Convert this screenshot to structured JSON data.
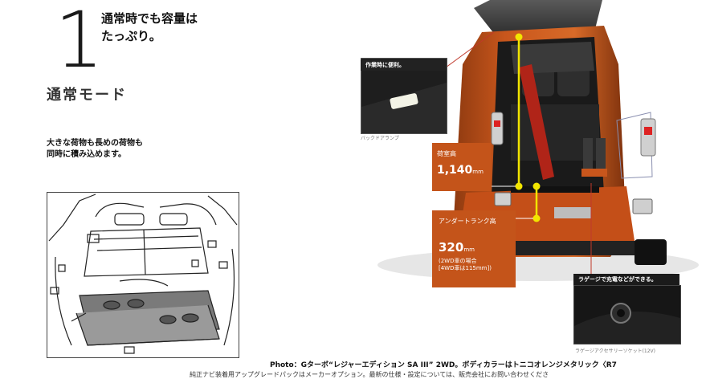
{
  "section": {
    "number": "1",
    "headline_line1": "通常時でも容量は",
    "headline_line2": "たっぷり。",
    "mode_title": "通常モード",
    "desc_line1": "大きな荷物も長めの荷物も",
    "desc_line2": "同時に積み込めます。"
  },
  "lamp_inset": {
    "label": "作業時に便利。",
    "caption": "バックドアランプ"
  },
  "specs": {
    "load_height": {
      "label": "荷室高",
      "value": "1,140",
      "unit": "mm"
    },
    "under_trunk": {
      "label": "アンダートランク高",
      "value": "320",
      "unit": "mm",
      "note_line1": "(2WD車の場合",
      "note_line2": "[4WD車は115mm])"
    }
  },
  "socket_inset": {
    "label": "ラゲージで充電などができる。",
    "caption": "ラゲージアクセサリーソケット(12V)"
  },
  "photo_credit": "Photo：Gターボ“レジャーエディション SA III” 2WD。ボディカラーはトニコオレンジメタリック〈R7",
  "footnote": "純正ナビ装着用アップグレードパックはメーカーオプション。最新の仕様・設定については、販売会社にお問い合わせくださ",
  "colors": {
    "accent_orange": "#c4541a",
    "measure_yellow": "#f2e500",
    "leader_red": "#c0392b",
    "car_orange": "#c8561c"
  }
}
